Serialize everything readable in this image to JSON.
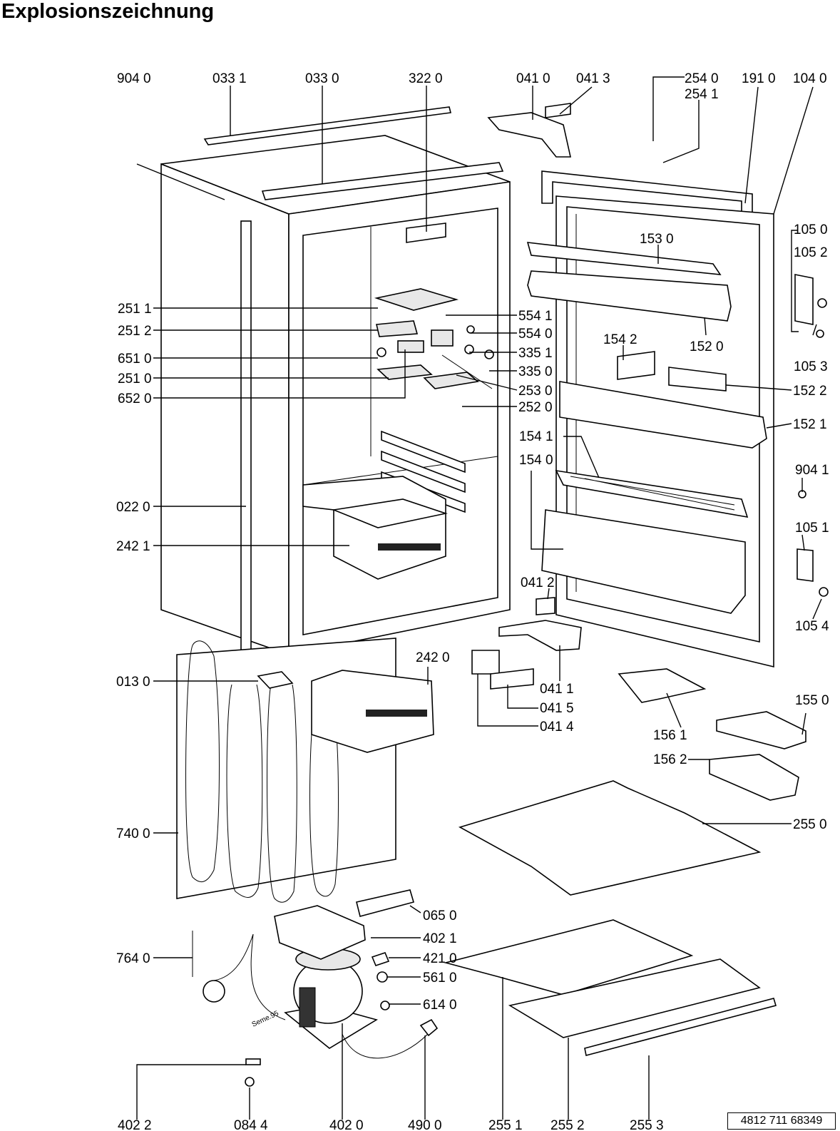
{
  "title": "Explosionszeichnung",
  "document_number": "4812 711 68349",
  "compressor_marking": "Seme.95",
  "labels": {
    "l904_0": "904 0",
    "l033_1": "033 1",
    "l033_0": "033 0",
    "l322_0": "322 0",
    "l041_0": "041 0",
    "l041_3": "041 3",
    "l254_0": "254 0",
    "l254_1": "254 1",
    "l191_0": "191 0",
    "l104_0": "104 0",
    "l105_0": "105 0",
    "l105_2": "105 2",
    "l153_0": "153 0",
    "l152_0": "152 0",
    "l105_3": "105 3",
    "l154_2": "154 2",
    "l152_2": "152 2",
    "l152_1": "152 1",
    "l154_1": "154 1",
    "l154_0": "154 0",
    "l904_1": "904 1",
    "l105_1": "105 1",
    "l105_4": "105 4",
    "l041_2": "041 2",
    "l251_1": "251 1",
    "l251_2": "251 2",
    "l651_0": "651 0",
    "l251_0": "251 0",
    "l652_0": "652 0",
    "l554_1": "554 1",
    "l554_0": "554 0",
    "l335_1": "335 1",
    "l335_0": "335 0",
    "l253_0": "253 0",
    "l252_0": "252 0",
    "l022_0": "022 0",
    "l242_1": "242 1",
    "l013_0": "013 0",
    "l242_0": "242 0",
    "l041_1": "041 1",
    "l041_5": "041 5",
    "l041_4": "041 4",
    "l155_0": "155 0",
    "l156_1": "156 1",
    "l156_2": "156 2",
    "l255_0": "255 0",
    "l740_0": "740 0",
    "l065_0": "065 0",
    "l402_1": "402 1",
    "l421_0": "421 0",
    "l561_0": "561 0",
    "l614_0": "614 0",
    "l764_0": "764 0",
    "l402_2": "402 2",
    "l084_4": "084 4",
    "l402_0": "402 0",
    "l490_0": "490 0",
    "l255_1": "255 1",
    "l255_2": "255 2",
    "l255_3": "255 3"
  }
}
